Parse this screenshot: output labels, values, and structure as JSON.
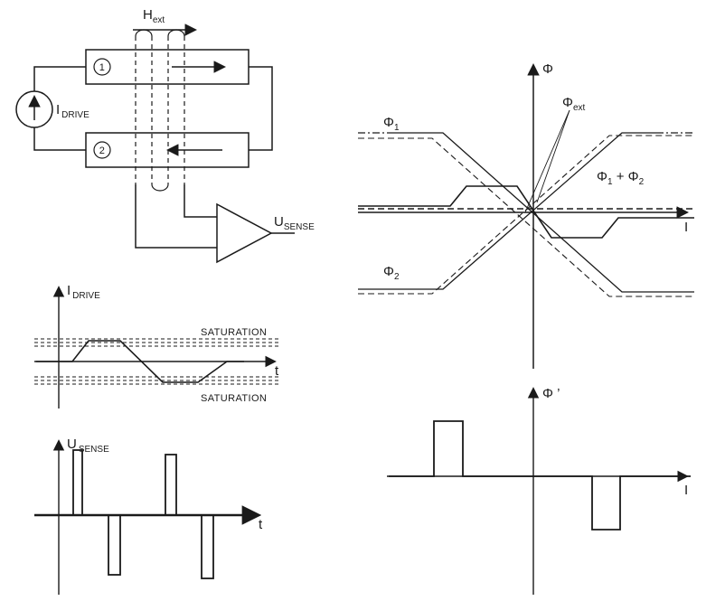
{
  "schematic": {
    "h_field": {
      "main": "H",
      "sub": "ext"
    },
    "core1_label": "1",
    "core2_label": "2",
    "i_drive": {
      "main": "I",
      "sub": "DRIVE"
    },
    "u_sense": {
      "main": "U",
      "sub": "SENSE"
    }
  },
  "flux_graph": {
    "y_axis_label": "Φ",
    "x_axis_label": "I",
    "phi1": {
      "main": "Φ",
      "sub": "1"
    },
    "phi2": {
      "main": "Φ",
      "sub": "2"
    },
    "phi_ext": {
      "main": "Φ",
      "sub": "ext"
    },
    "phi_sum": {
      "p1": "Φ",
      "s1": "1",
      "plus": " + ",
      "p2": "Φ",
      "s2": "2"
    }
  },
  "drive_plot": {
    "y_label": {
      "main": "I",
      "sub": "DRIVE"
    },
    "x_axis_label": "t",
    "saturation_upper": "SATURATION",
    "saturation_lower": "SATURATION"
  },
  "sense_plot": {
    "y_label": {
      "main": "U",
      "sub": "SENSE"
    },
    "x_axis_label": "t"
  },
  "derivative_plot": {
    "y_axis_label": "Φ ’",
    "x_axis_label": "I"
  }
}
